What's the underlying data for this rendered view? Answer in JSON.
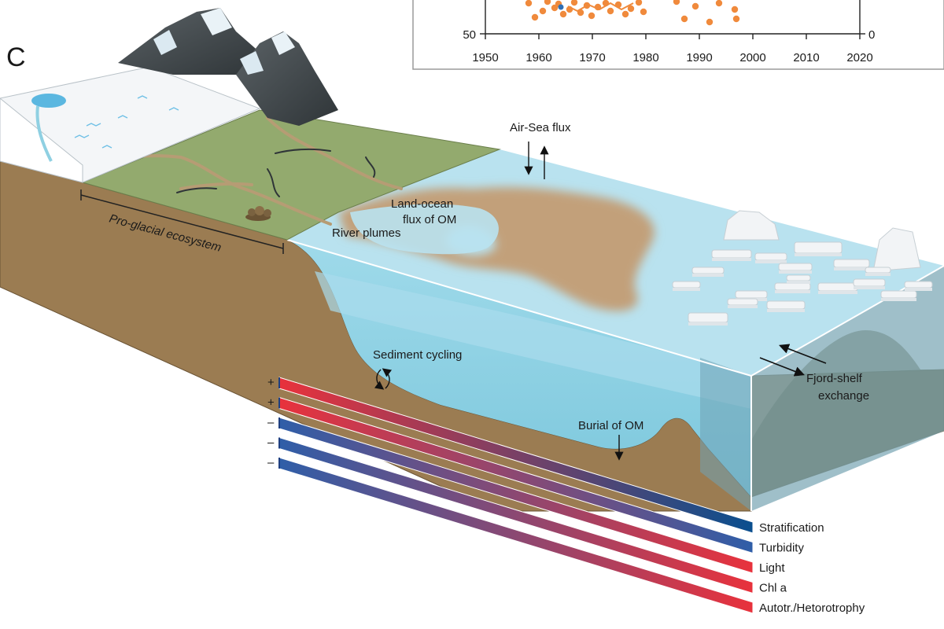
{
  "panel_letter": "C",
  "inset_chart": {
    "y_left_tick": "50",
    "y_right_tick": "0",
    "x_ticks": [
      "1950",
      "1960",
      "1970",
      "1980",
      "1990",
      "2000",
      "2010",
      "2020"
    ]
  },
  "labels": {
    "air_sea_flux": "Air-Sea flux",
    "land_ocean_line1": "Land-ocean",
    "land_ocean_line2": "flux of OM",
    "river_plumes": "River plumes",
    "pro_glacial": "Pro-glacial ecosystem",
    "sediment_cycling": "Sediment cycling",
    "burial_of_om": "Burial of OM",
    "fjord_shelf_line1": "Fjord-shelf",
    "fjord_shelf_line2": "exchange"
  },
  "gradient_bars": [
    {
      "sign": "+",
      "label": "Stratification",
      "from": "#e8323c",
      "to": "#0a4f8f"
    },
    {
      "sign": "+",
      "label": "Turbidity",
      "from": "#e8323c",
      "to": "#2f5ea8"
    },
    {
      "sign": "–",
      "label": "Light",
      "from": "#2f5ea8",
      "to": "#e8323c"
    },
    {
      "sign": "–",
      "label": "Chl a",
      "from": "#2f5ea8",
      "to": "#e8323c"
    },
    {
      "sign": "–",
      "label": "Autotr./Hetorotrophy",
      "from": "#2f5ea8",
      "to": "#e8323c"
    }
  ],
  "colors": {
    "land_green": "#93aa6e",
    "sediment_brown": "#9b7c52",
    "water_light": "#b9e2ef",
    "water_deep": "#8fd0e2",
    "plume": "#c2a07a",
    "glacier": "#f4f6f8"
  }
}
